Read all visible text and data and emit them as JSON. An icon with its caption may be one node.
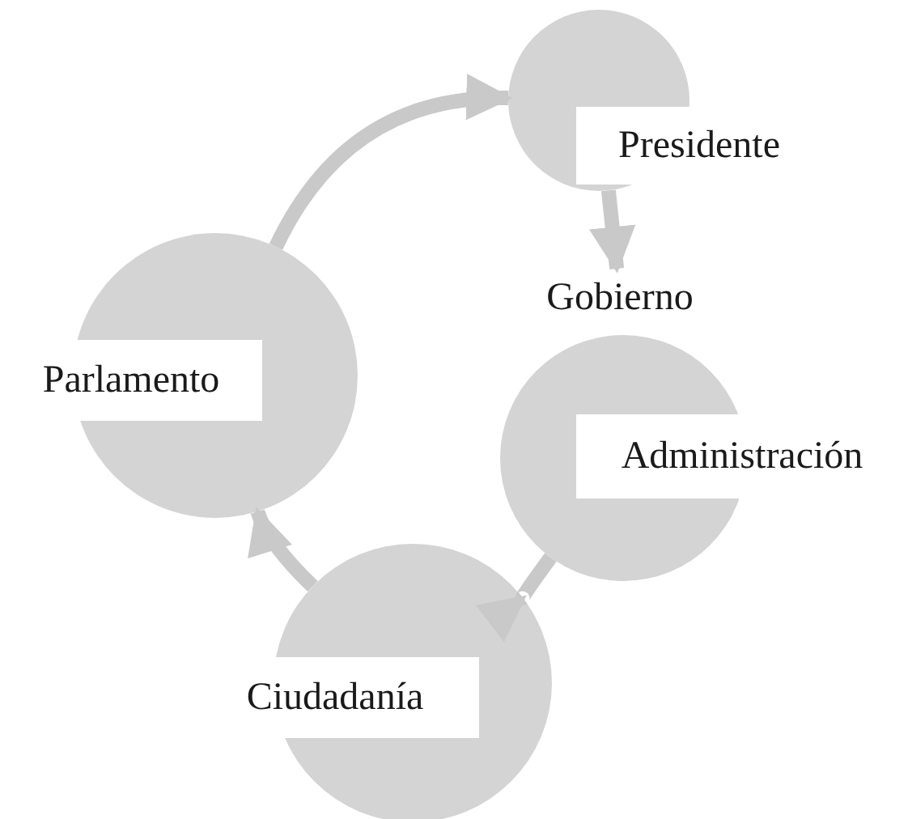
{
  "diagram": {
    "nodes": [
      {
        "text": [
          "Presidente"
        ]
      },
      {
        "text": [
          "Gobierno"
        ]
      },
      {
        "text": [
          "Parlamento"
        ]
      },
      {
        "text": [
          "Administración"
        ]
      },
      {
        "text": [
          "Ciudadanía"
        ]
      }
    ],
    "edges": [
      {
        "from": 2,
        "to": 0,
        "arrow": "to"
      },
      {
        "from": 0,
        "to": 1,
        "arrow": "to"
      },
      {
        "from": 3,
        "to": 4,
        "arrow": "to"
      },
      {
        "from": 4,
        "to": 2,
        "arrow": "to"
      }
    ]
  }
}
